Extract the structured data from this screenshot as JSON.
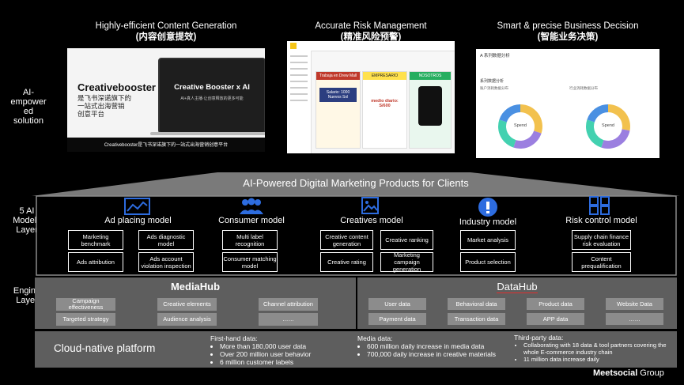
{
  "headers": [
    {
      "en": "Highly-efficient Content Generation",
      "zh": "(内容创意提效)"
    },
    {
      "en": "Accurate Risk Management",
      "zh": "(精准风险预警)"
    },
    {
      "en": "Smart & precise Business Decision",
      "zh": "(智能业务决策)"
    }
  ],
  "side_labels": {
    "ai_solution": "AI-\nempower\ned\nsolution",
    "models_layer": "5 AI\nModels\nLayer",
    "engine_layer": "Engine\nLayer"
  },
  "panel1": {
    "brand": "Creativebooster",
    "cn_line1": "是飞书深诺旗下的",
    "cn_line2": "一站式出海营销",
    "cn_line3": "创意平台",
    "screen_title": "Creative Booster x AI",
    "screen_sub": "AI+真人主播·让创意释放的更多可能",
    "caption": "Creativebooster是飞书深诺旗下的一站式出海营销创意平台"
  },
  "panel2": {
    "ad1_title": "Trabaja en Drew Mall",
    "ad1_salary": "Salario: 1000 Nuevos Sol",
    "ad2_title": "medio diario: S/600",
    "ad2_sub": "EMPRESARIO",
    "ad3_title": "NOSOTROS"
  },
  "panel3": {
    "title": "A 系列数据分析",
    "subtitle": "系列数据分析",
    "chart1_label": "账户消耗数据分布",
    "chart2_label": "行业消耗数据分布",
    "center_label": "Spend",
    "donut1": [
      {
        "value": 30,
        "color": "#f2c14e"
      },
      {
        "value": 25,
        "color": "#9b7fe0"
      },
      {
        "value": 25,
        "color": "#43d1b0"
      },
      {
        "value": 20,
        "color": "#4a90e2"
      }
    ],
    "donut2": [
      {
        "value": 28,
        "color": "#f2c14e"
      },
      {
        "value": 27,
        "color": "#9b7fe0"
      },
      {
        "value": 25,
        "color": "#43d1b0"
      },
      {
        "value": 20,
        "color": "#4a90e2"
      }
    ]
  },
  "banner": "AI-Powered Digital Marketing Products for Clients",
  "models": [
    {
      "title": "Ad placing model",
      "boxes": [
        "Marketing benchmark",
        "Ads diagnostic model",
        "Ads attribution",
        "Ads account violation inspection"
      ]
    },
    {
      "title": "Consumer model",
      "boxes": [
        "Multi label recognition",
        "Consumer matching model"
      ]
    },
    {
      "title": "Creatives model",
      "boxes": [
        "Creative content generation",
        "Creative ranking",
        "Creative rating",
        "Marketing campaign generation"
      ]
    },
    {
      "title": "Industry model",
      "boxes": [
        "Market analysis",
        "Product selection"
      ]
    },
    {
      "title": "Risk control model",
      "boxes": [
        "Supply chain finance risk evaluation",
        "Content prequalification"
      ]
    }
  ],
  "mediahub": {
    "title": "MediaHub",
    "items": [
      "Campaign effectiveness",
      "Creative elements",
      "Channel attribution",
      "Targeted strategy",
      "Audience analysis",
      "……"
    ]
  },
  "datahub": {
    "title": "DataHub",
    "items": [
      "User data",
      "Behavioral data",
      "Product data",
      "Website Data",
      "Payment data",
      "Transaction data",
      "APP data",
      "……"
    ]
  },
  "cloud": {
    "title": "Cloud-native platform",
    "first_party": {
      "heading": "First-hand data:",
      "items": [
        "More than 180,000 user data",
        "Over 200 million user behavior",
        "6 million customer labels"
      ]
    },
    "media": {
      "heading": "Media data:",
      "items": [
        "600 million daily increase in media data",
        "700,000 daily increase in creative materials"
      ]
    },
    "third_party": {
      "heading": "Third-party data:",
      "items": [
        "Collaborating with 18 data & tool partners covering the whole E-commerce industry chain",
        "11 million data increase daily"
      ]
    }
  },
  "logo": {
    "text": "Meetsocial",
    "suffix": " Group",
    "first": "M"
  }
}
